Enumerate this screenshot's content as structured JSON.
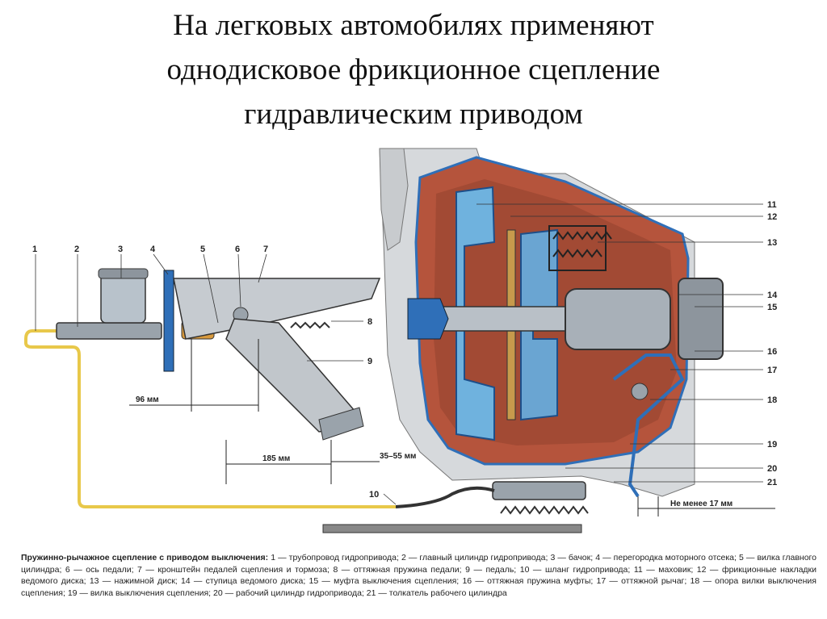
{
  "title_lines": [
    "На легковых автомобилях применяют",
    "однодисковое фрикционное сцепление",
    "гидравлическим приводом"
  ],
  "part_numbers": [
    "1",
    "2",
    "3",
    "4",
    "5",
    "6",
    "7",
    "8",
    "9",
    "10",
    "11",
    "12",
    "13",
    "14",
    "15",
    "16",
    "17",
    "18",
    "19",
    "20",
    "21"
  ],
  "dimensions": {
    "d96": "96 мм",
    "d185": "185 мм",
    "d35_55": "35–55 мм",
    "min17": "Не менее 17 мм"
  },
  "caption": {
    "heading": "Пружинно-рычажное сцепление с приводом выключения:",
    "text": " 1 — трубопровод гидропривода; 2 — главный цилиндр гидропривода; 3 — бачок; 4 — перегородка моторного отсека; 5 — вилка главного цилиндра; 6 — ось педали; 7 — кронштейн педалей сцепления и тормоза; 8 — оттяжная пружина педали; 9 — педаль; 10 — шланг гидропривода; 11 — маховик; 12 — фрикционные накладки ведомого диска; 13 — нажимной диск; 14 — ступица ведомого диска; 15 — муфта выключения сцепления; 16 — оттяжная пружина муфты; 17 — оттяжной рычаг; 18 — опора вилки выключения сцепления; 19 — вилка выключения сцепления; 20 — рабочий цилиндр гидропривода; 21 — толкатель рабочего цилиндра"
  },
  "colors": {
    "housing": "#b5543c",
    "housing_dark": "#8e3b29",
    "blue_outline": "#2f6fb8",
    "flywheel": "#6fb2de",
    "pipe": "#e8c84a",
    "metal": "#9aa3ab"
  }
}
